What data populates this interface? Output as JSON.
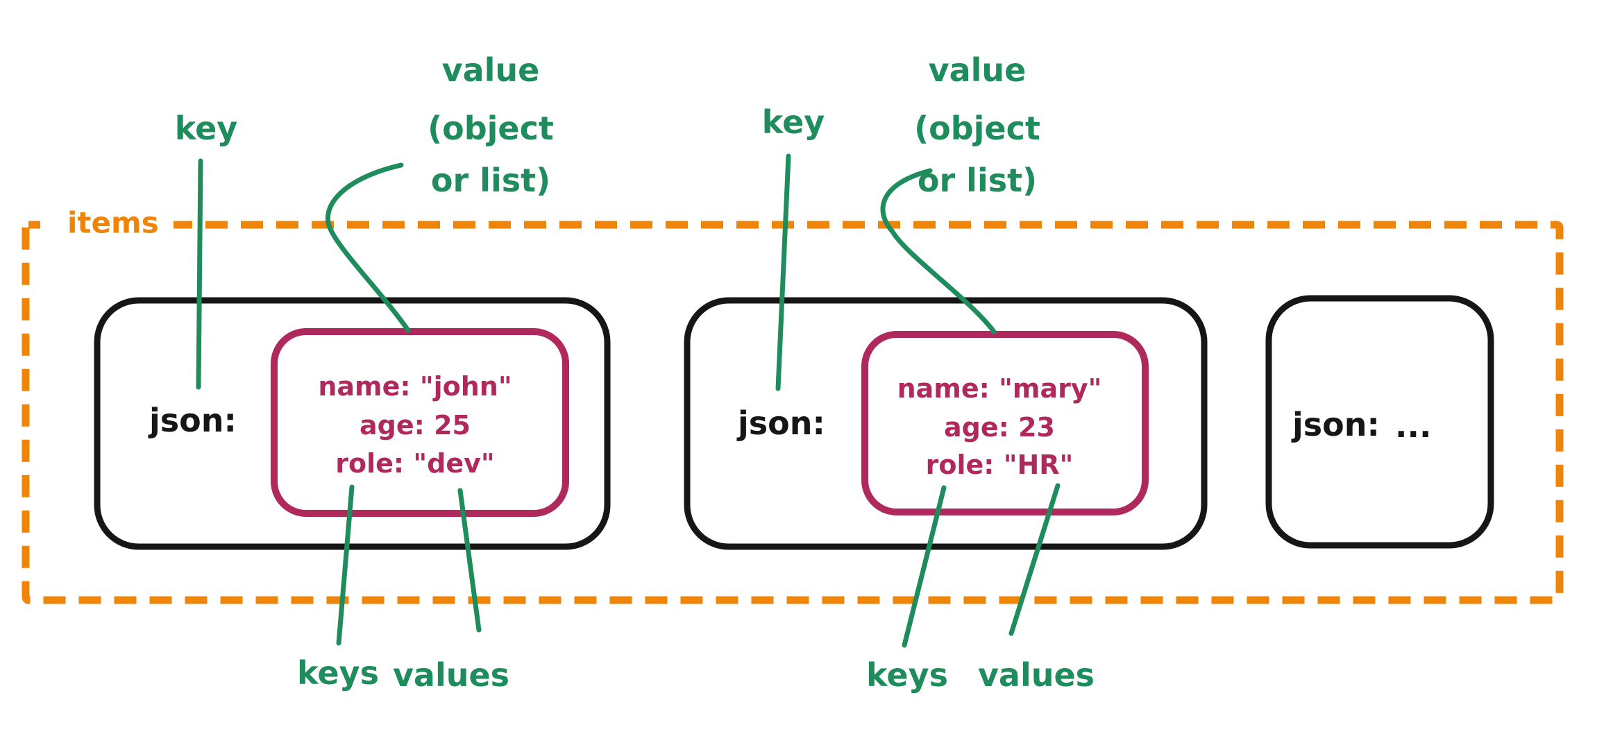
{
  "colors": {
    "background": "#ffffff",
    "orange": "#ee8408",
    "green": "#1e8c5c",
    "crimson": "#b0295c",
    "black": "#161616"
  },
  "container": {
    "label": "items"
  },
  "annotations": {
    "key": "key",
    "value": [
      "value",
      "(object",
      "or list)"
    ],
    "keys": "keys",
    "values": "values"
  },
  "items": [
    {
      "key_label": "json:",
      "object_lines": [
        "name: \"john\"",
        "age: 25",
        "role: \"dev\""
      ]
    },
    {
      "key_label": "json:",
      "object_lines": [
        "name: \"mary\"",
        "age: 23",
        "role: \"HR\""
      ]
    },
    {
      "key_label": "json:",
      "ellipsis": "..."
    }
  ]
}
